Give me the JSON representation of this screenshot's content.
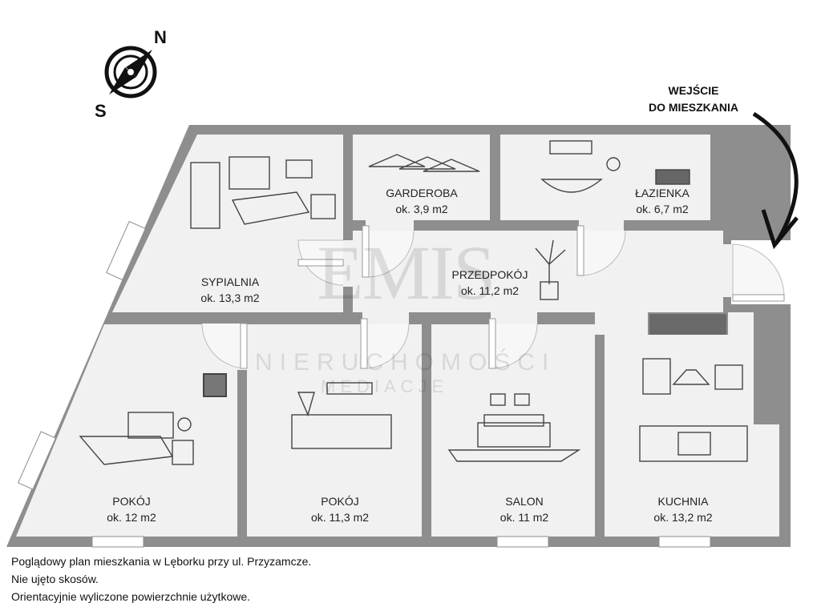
{
  "compass": {
    "north": "N",
    "south": "S"
  },
  "entrance": {
    "line1": "WEJŚCIE",
    "line2": "DO MIESZKANIA"
  },
  "watermark": {
    "brand": "EMIS",
    "line1": "NIERUCHOMOŚCI",
    "line2": "MEDIACJE"
  },
  "rooms": {
    "garderoba": {
      "name": "GARDEROBA",
      "area": "ok. 3,9 m2"
    },
    "lazienka": {
      "name": "ŁAZIENKA",
      "area": "ok. 6,7 m2"
    },
    "sypialnia": {
      "name": "SYPIALNIA",
      "area": "ok. 13,3 m2"
    },
    "przedpokoj": {
      "name": "PRZEDPOKÓJ",
      "area": "ok. 11,2 m2"
    },
    "pokoj1": {
      "name": "POKÓJ",
      "area": "ok. 12 m2"
    },
    "pokoj2": {
      "name": "POKÓJ",
      "area": "ok. 11,3 m2"
    },
    "salon": {
      "name": "SALON",
      "area": "ok. 11 m2"
    },
    "kuchnia": {
      "name": "KUCHNIA",
      "area": "ok. 13,2 m2"
    }
  },
  "notes": {
    "line1": "Poglądowy plan mieszkania w Lęborku przy ul. Przyzamcze.",
    "line2": "Nie ujęto skosów.",
    "line3": "Orientacyjnie wyliczone powierzchnie użytkowe."
  },
  "colors": {
    "wall": "#8e8e8e",
    "floor": "#f1f1f1",
    "text": "#222222"
  }
}
